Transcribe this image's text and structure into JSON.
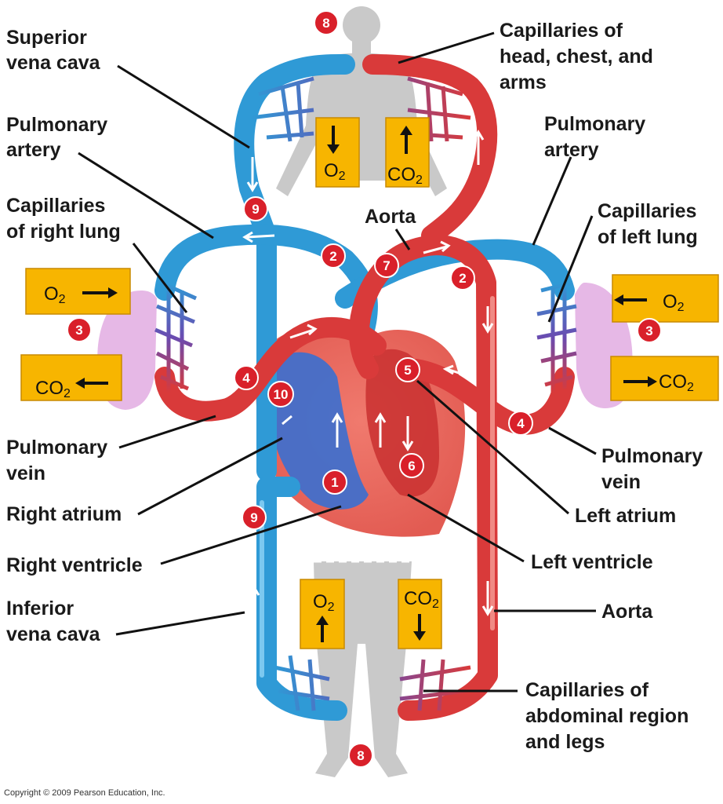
{
  "labels": {
    "superior_vena_cava_1": "Superior",
    "superior_vena_cava_2": "vena cava",
    "pulmonary_artery_left_1": "Pulmonary",
    "pulmonary_artery_left_2": "artery",
    "capillaries_right_lung_1": "Capillaries",
    "capillaries_right_lung_2": "of right lung",
    "pulmonary_vein_left_1": "Pulmonary",
    "pulmonary_vein_left_2": "vein",
    "right_atrium": "Right atrium",
    "right_ventricle": "Right ventricle",
    "inferior_vena_cava_1": "Inferior",
    "inferior_vena_cava_2": "vena cava",
    "capillaries_head_1": "Capillaries of",
    "capillaries_head_2": "head, chest, and",
    "capillaries_head_3": "arms",
    "pulmonary_artery_right_1": "Pulmonary",
    "pulmonary_artery_right_2": "artery",
    "aorta_top": "Aorta",
    "capillaries_left_lung_1": "Capillaries",
    "capillaries_left_lung_2": "of left lung",
    "pulmonary_vein_right_1": "Pulmonary",
    "pulmonary_vein_right_2": "vein",
    "left_atrium": "Left atrium",
    "left_ventricle": "Left ventricle",
    "aorta_bottom": "Aorta",
    "capillaries_abdomen_1": "Capillaries of",
    "capillaries_abdomen_2": "abdominal region",
    "capillaries_abdomen_3": "and legs"
  },
  "gas_boxes": {
    "upper_o2": "O",
    "upper_co2": "CO",
    "right_lung_o2": "O",
    "right_lung_co2": "CO",
    "left_lung_o2": "O",
    "left_lung_co2": "CO",
    "lower_o2": "O",
    "lower_co2": "CO",
    "subscript": "2"
  },
  "steps": {
    "s1": "1",
    "s2a": "2",
    "s2b": "2",
    "s3a": "3",
    "s3b": "3",
    "s4a": "4",
    "s4b": "4",
    "s5": "5",
    "s6": "6",
    "s7": "7",
    "s8a": "8",
    "s8b": "8",
    "s9a": "9",
    "s9b": "9",
    "s10": "10"
  },
  "copyright": "Copyright © 2009 Pearson Education, Inc.",
  "colors": {
    "deoxygenated": "#2f9ad6",
    "oxygenated": "#d93a3a",
    "capillary": "#6a4bb0",
    "gas_box": "#f7b500",
    "badge": "#d9202a",
    "lung": "#e6b8e6",
    "body": "#c9c9c9"
  }
}
